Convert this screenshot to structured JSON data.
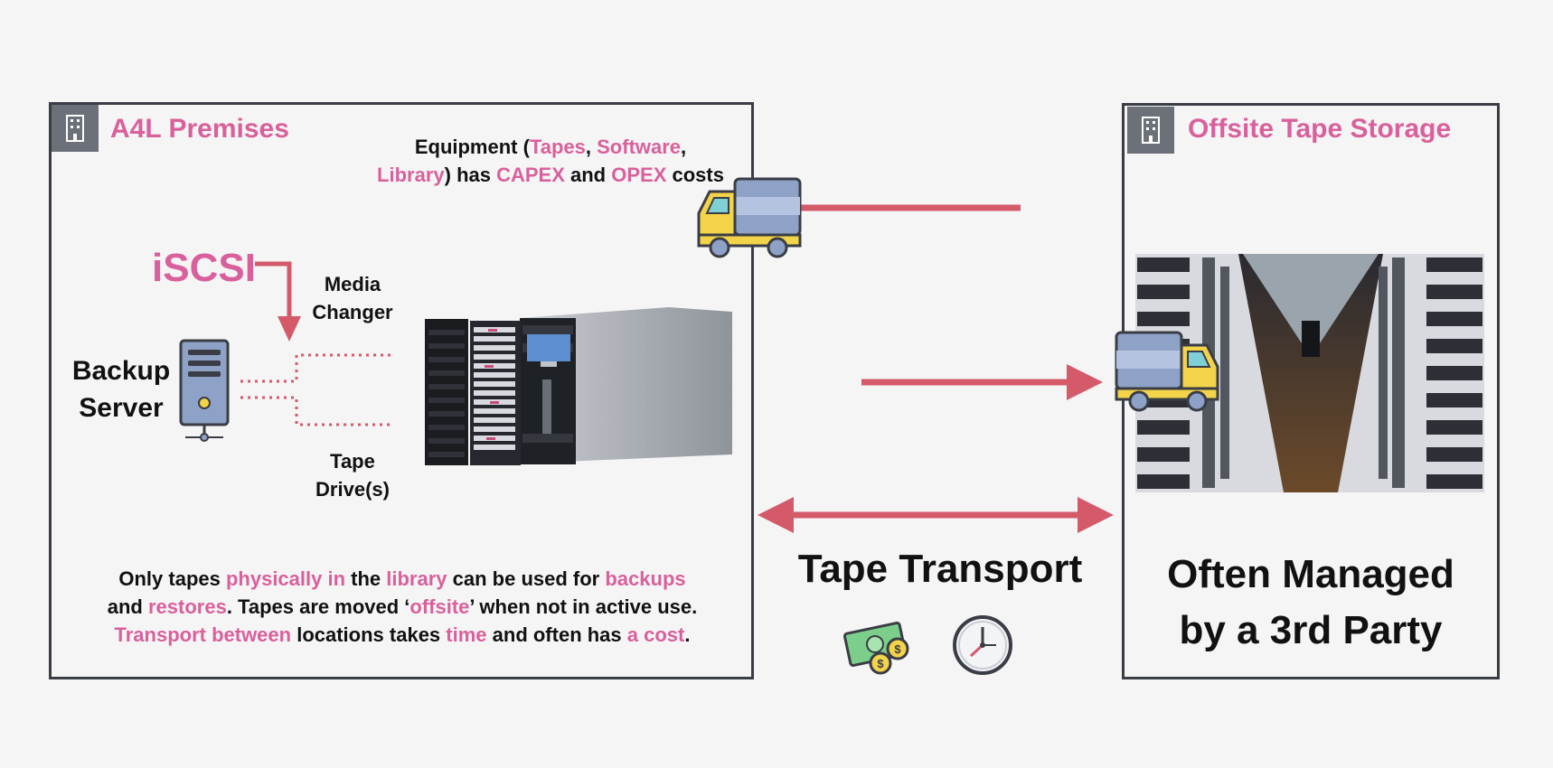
{
  "left_box": {
    "title": "A4L Premises",
    "icon": "building-icon"
  },
  "right_box": {
    "title": "Offsite Tape Storage",
    "icon": "building-icon",
    "caption_line1": "Often Managed",
    "caption_line2": "by a 3rd Party"
  },
  "equipment_note": {
    "p1": "Equipment (",
    "tapes": "Tapes",
    "p2": ", ",
    "software": "Software",
    "p3": ",",
    "library": "Library",
    "p4": ") has ",
    "capex": "CAPEX",
    "p5": " and ",
    "opex": "OPEX",
    "p6": " costs"
  },
  "labels": {
    "iscsi": "iSCSI",
    "media_changer_1": "Media",
    "media_changer_2": "Changer",
    "tape_drives_1": "Tape",
    "tape_drives_2": "Drive(s)",
    "backup_server_1": "Backup",
    "backup_server_2": "Server",
    "tape_transport": "Tape Transport"
  },
  "bottom_note": {
    "a1": "Only tapes ",
    "a2": "physically in",
    "a3": " the ",
    "a4": "library",
    "a5": " can be used for ",
    "a6": "backups",
    "b1": "and ",
    "b2": "restores",
    "b3": ". Tapes are moved ‘",
    "b4": "offsite",
    "b5": "’ when not in active use.",
    "c1": "Transport between",
    "c2": " locations takes ",
    "c3": "time",
    "c4": " and often has ",
    "c5": "a cost",
    "c6": "."
  },
  "icons": [
    "building-icon",
    "truck-icon",
    "server-icon",
    "tape-library-icon",
    "money-icon",
    "clock-icon",
    "warehouse-photo"
  ],
  "colors": {
    "accent": "#d9609c",
    "arrow": "#d45a6a",
    "border": "#3a3d45",
    "background": "#f5f5f5"
  }
}
